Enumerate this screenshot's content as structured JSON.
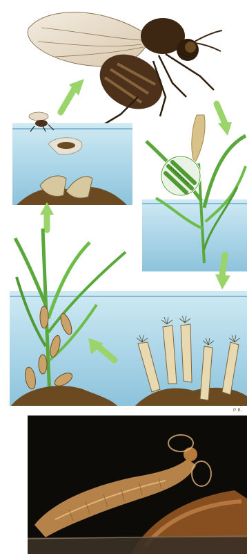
{
  "diagram": {
    "artist_signature": "P. B.",
    "stages": [
      {
        "id": "adult",
        "icon": "fly-icon"
      },
      {
        "id": "egg-on-plant",
        "icon": "magnified-egg-mass-icon"
      },
      {
        "id": "larvae-in-tubes",
        "icon": "larva-tubes-icon"
      },
      {
        "id": "pupae-on-stems",
        "icon": "pupa-icon"
      },
      {
        "id": "emergence",
        "icon": "emerging-fly-icon"
      }
    ],
    "colors": {
      "water": "#a9d6e8",
      "water_dark": "#7fbad6",
      "sediment": "#6b4a22",
      "plant": "#5aa83c",
      "arrow": "#9ad46a",
      "fly_body": "#5a3a1c",
      "photo_bg": "#0d0b07",
      "larva_glow": "#d8a46a"
    }
  },
  "photo": {
    "icon": "larva-photo-icon"
  }
}
